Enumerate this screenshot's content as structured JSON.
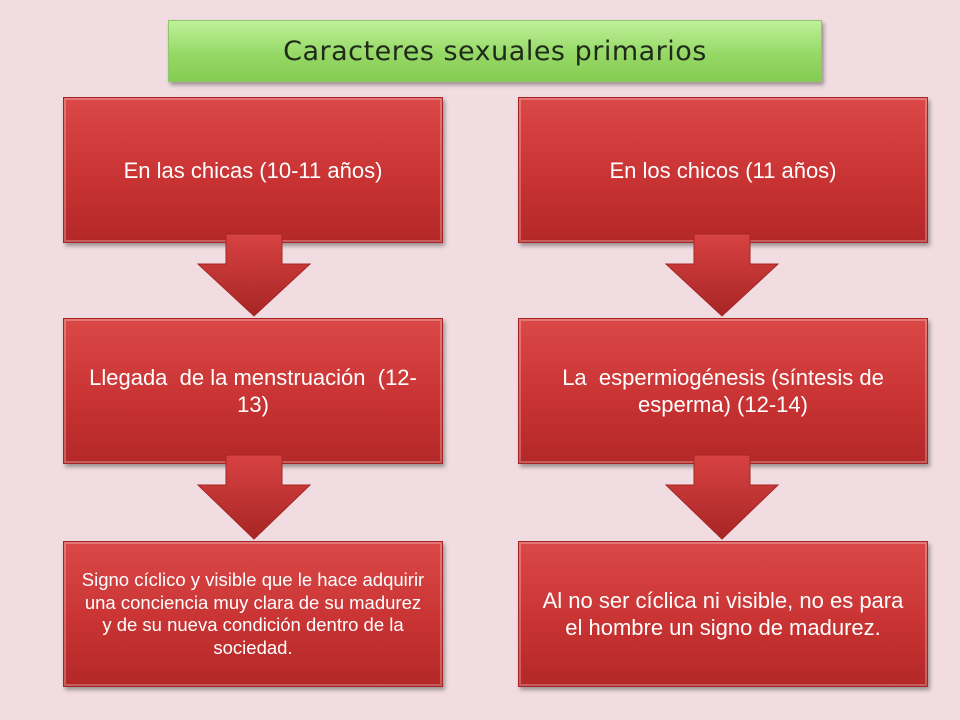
{
  "title": "Caracteres sexuales primarios",
  "colors": {
    "background": "#f1dde1",
    "title_fill": "#96d966",
    "box_fill": "#c93333",
    "arrow_fill": "#c22f2f",
    "text_on_box": "#ffffff"
  },
  "left_column": {
    "header": "En las chicas (10-11 años)",
    "step_2": "Llegada  de la menstruación  (12-13)",
    "step_3": "Signo cíclico y visible que le hace adquirir una conciencia muy clara de su madurez y de su nueva condición dentro de la sociedad."
  },
  "right_column": {
    "header": "En los chicos (11 años)",
    "step_2": "La  espermiogénesis (síntesis de esperma) (12-14)",
    "step_3": "Al no ser cíclica ni visible, no es para el hombre un signo de madurez."
  }
}
